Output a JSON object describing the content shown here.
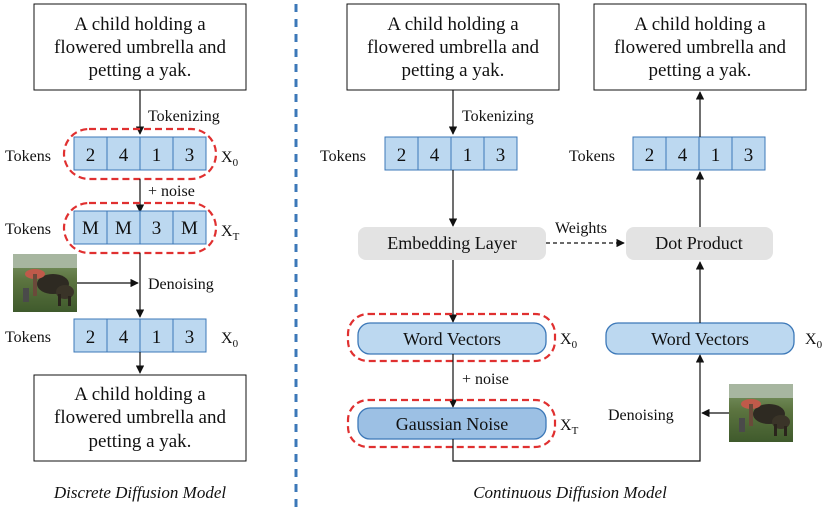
{
  "left_panel": {
    "title": "Discrete Diffusion Model",
    "input_text": [
      "A child holding a",
      "flowered umbrella and",
      "petting a yak."
    ],
    "tokenizing_label": "Tokenizing",
    "tokens_label": "Tokens",
    "tokens_x0": [
      "2",
      "4",
      "1",
      "3"
    ],
    "x0_label": "X",
    "x0_sub": "0",
    "noise_label": "+ noise",
    "tokens_xt": [
      "M",
      "M",
      "3",
      "M"
    ],
    "xt_label": "X",
    "xt_sub": "T",
    "denoising_label": "Denoising",
    "tokens_out": [
      "2",
      "4",
      "1",
      "3"
    ],
    "out_x0_label": "X",
    "out_x0_sub": "0",
    "output_text": [
      "A child holding a",
      "flowered umbrella and",
      "petting a yak."
    ]
  },
  "right_panel": {
    "title": "Continuous Diffusion Model",
    "input_text": [
      "A child holding a",
      "flowered umbrella and",
      "petting a yak."
    ],
    "tokenizing_label": "Tokenizing",
    "tokens_label": "Tokens",
    "tokens_in": [
      "2",
      "4",
      "1",
      "3"
    ],
    "embedding_label": "Embedding Layer",
    "weights_label": "Weights",
    "dot_product_label": "Dot Product",
    "word_vectors_label": "Word  Vectors",
    "x0_label": "X",
    "x0_sub": "0",
    "noise_label": "+ noise",
    "gaussian_label": "Gaussian Noise",
    "xt_label": "X",
    "xt_sub": "T",
    "denoising_label": "Denoising",
    "out_word_vectors_label": "Word  Vectors",
    "out_x0_label": "X",
    "out_x0_sub": "0",
    "tokens_out_label": "Tokens",
    "tokens_out": [
      "2",
      "4",
      "1",
      "3"
    ],
    "output_text": [
      "A child holding a",
      "flowered umbrella and",
      "petting a yak."
    ]
  },
  "colors": {
    "token_fill": "#bcd8f0",
    "token_stroke": "#3c78b8",
    "vector_fill": "#bcd8f0",
    "gaussian_fill": "#9cc0e4",
    "gray_box": "#e3e3e3",
    "dashed_red": "#e03030",
    "divider_blue": "#3c78b8"
  },
  "icons": [
    "yak-photo-thumbnail"
  ]
}
